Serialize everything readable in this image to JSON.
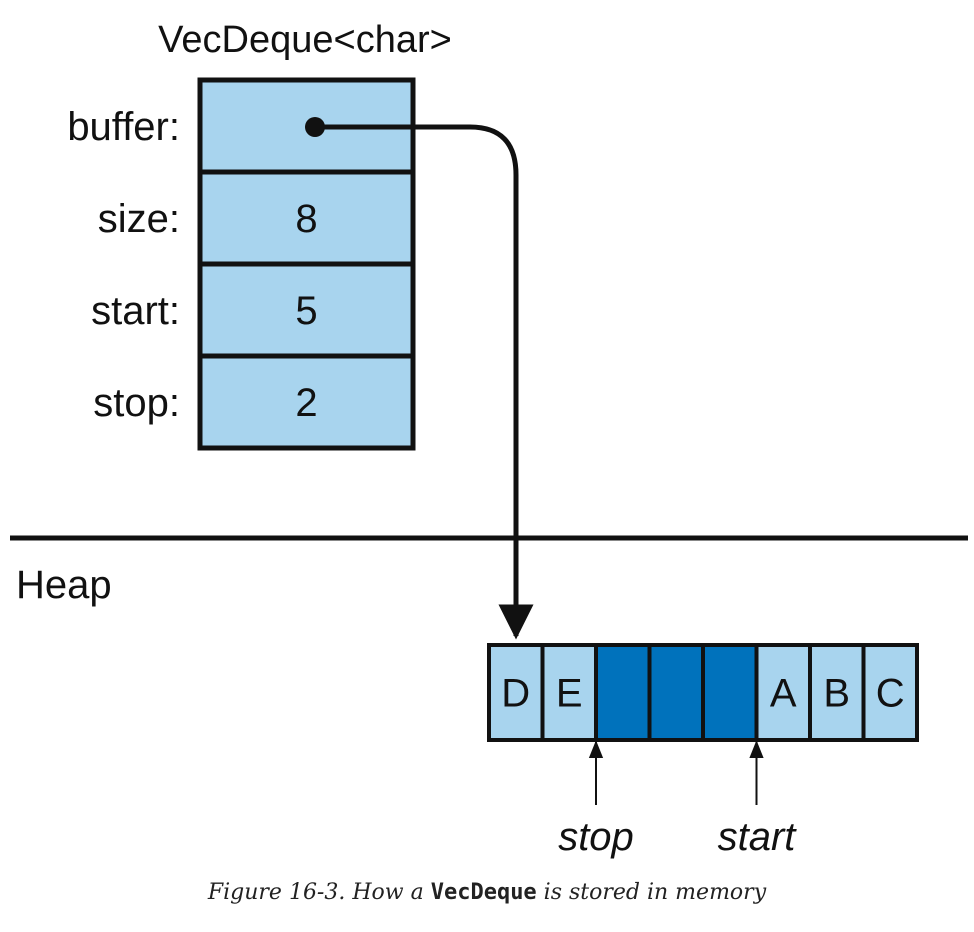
{
  "struct": {
    "title": "VecDeque<char>",
    "fields": [
      {
        "label": "buffer:",
        "value": ""
      },
      {
        "label": "size:",
        "value": "8"
      },
      {
        "label": "start:",
        "value": "5"
      },
      {
        "label": "stop:",
        "value": "2"
      }
    ]
  },
  "heap": {
    "label": "Heap",
    "cells": [
      {
        "value": "D",
        "state": "used"
      },
      {
        "value": "E",
        "state": "used"
      },
      {
        "value": "",
        "state": "empty"
      },
      {
        "value": "",
        "state": "empty"
      },
      {
        "value": "",
        "state": "empty"
      },
      {
        "value": "A",
        "state": "used"
      },
      {
        "value": "B",
        "state": "used"
      },
      {
        "value": "C",
        "state": "used"
      }
    ],
    "pointers": [
      {
        "label": "stop",
        "index": 2
      },
      {
        "label": "start",
        "index": 5
      }
    ]
  },
  "colors": {
    "used_cell": "#a8d4ee",
    "empty_cell": "#0072bc",
    "stroke": "#111111"
  },
  "caption": {
    "prefix": "Figure 16-3. How a ",
    "code": "VecDeque",
    "suffix": " is stored in memory"
  }
}
